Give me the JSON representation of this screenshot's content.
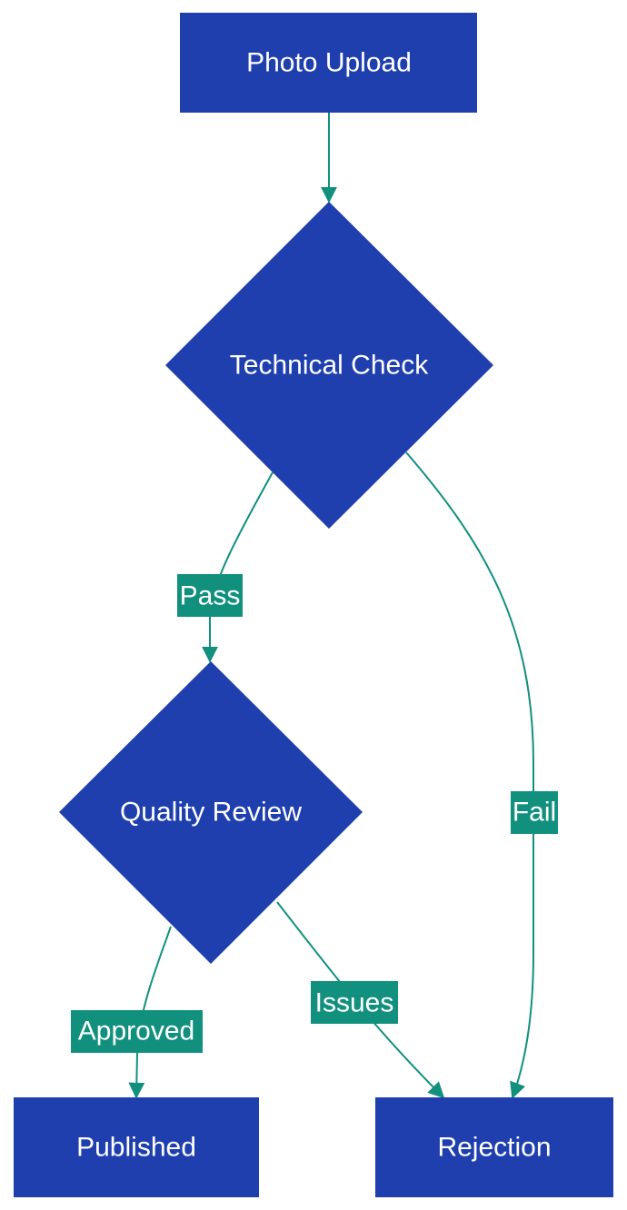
{
  "colors": {
    "node_fill": "#1f3fae",
    "edge": "#12907e",
    "edge_label_bg": "#12907e",
    "text": "#ffffff",
    "background": "#ffffff"
  },
  "nodes": {
    "photo_upload": {
      "label": "Photo Upload",
      "shape": "rectangle"
    },
    "technical_check": {
      "label": "Technical Check",
      "shape": "diamond"
    },
    "quality_review": {
      "label": "Quality Review",
      "shape": "diamond"
    },
    "published": {
      "label": "Published",
      "shape": "rectangle"
    },
    "rejection": {
      "label": "Rejection",
      "shape": "rectangle"
    }
  },
  "edges": {
    "upload_to_check": {
      "from": "Photo Upload",
      "to": "Technical Check",
      "label": ""
    },
    "check_pass": {
      "from": "Technical Check",
      "to": "Quality Review",
      "label": "Pass"
    },
    "check_fail": {
      "from": "Technical Check",
      "to": "Rejection",
      "label": "Fail"
    },
    "review_approved": {
      "from": "Quality Review",
      "to": "Published",
      "label": "Approved"
    },
    "review_issues": {
      "from": "Quality Review",
      "to": "Rejection",
      "label": "Issues"
    }
  }
}
